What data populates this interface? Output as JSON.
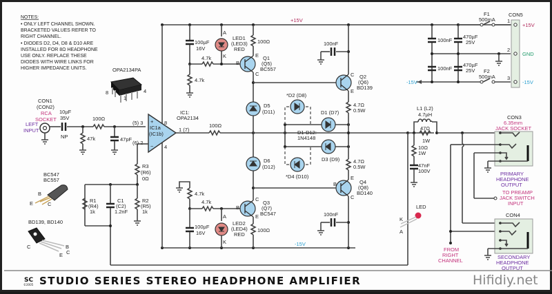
{
  "title": "STUDIO SERIES STEREO HEADPHONE AMPLIFIER",
  "logo": {
    "top": "SC",
    "bottom": "©2005"
  },
  "watermark": "Hifidiy.net",
  "notes": {
    "heading": "NOTES:",
    "lines": [
      "• ONLY LEFT CHANNEL SHOWN.",
      "BRACKETED VALUES REFER TO",
      "RIGHT CHANNEL.",
      "• DIODES D2, D4, D8 & D10 ARE",
      "INSTALLED FOR 8Ω HEADPHONE",
      "USE ONLY. REPLACE THESE",
      "DIODES WITH WIRE LINKS FOR",
      "HIGHER IMPEDANCE UNITS."
    ]
  },
  "rails": {
    "pos": "+15V",
    "neg": "-15V",
    "gnd": "GND"
  },
  "ic_package": {
    "label": "OPA2134PA",
    "pin8": "8",
    "pin1": "1",
    "pin4": "4"
  },
  "input": {
    "con": "CON1",
    "con_r": "(CON2)",
    "type1": "RCA",
    "type2": "SOCKET",
    "input1": "LEFT",
    "input2": "INPUT",
    "cap": [
      "10µF",
      "35V",
      "NP"
    ],
    "r_series": "100Ω",
    "r_shunt": "47k",
    "c_shunt": "47pF"
  },
  "opamp": {
    "label1": "IC1:",
    "label2": "OPA2134",
    "inner1": "IC1a",
    "inner2": "(IC1b)",
    "pin_in_pos": "(5) 3",
    "pin_in_neg": "(6) 2",
    "pin_out": "1 (7)",
    "pin_v_pos": "8",
    "pin_v_neg": "4",
    "out_r": "100Ω"
  },
  "feedback": {
    "r3": [
      "R3",
      "(R6)",
      "0Ω"
    ],
    "r1": [
      "R1",
      "(R4)",
      "1k"
    ],
    "c1": [
      "C1",
      "(C2)",
      "1.2nF"
    ],
    "r2": [
      "R2",
      "(R5)",
      "1k"
    ]
  },
  "upper_bias": {
    "cap": [
      "100µF",
      "16V"
    ],
    "r_top": "4.7k",
    "r_bot": "4.7k",
    "led": [
      "LED1",
      "(LED3)",
      "RED"
    ],
    "led_a": "A",
    "led_k": "K",
    "r_e": "100Ω",
    "q": [
      "Q1",
      "(Q5)",
      "BC557"
    ],
    "b": "B",
    "e": "E",
    "c": "C"
  },
  "lower_bias": {
    "cap": [
      "100µF",
      "16V"
    ],
    "r_top": "4.7k",
    "r_mid": "4.7k",
    "led": [
      "LED2",
      "(LED4)",
      "RED"
    ],
    "led_a": "A",
    "led_k": "K",
    "r_e": "100Ω",
    "q": [
      "Q3",
      "(Q7)",
      "BC547"
    ],
    "b": "B",
    "e": "E",
    "c": "C"
  },
  "diodes": {
    "d5": [
      "D5",
      "(D11)"
    ],
    "d6": [
      "D6",
      "(D12)"
    ],
    "d1": "D1 (D7)",
    "d2": "*D2 (D8)",
    "d3": "D3 (D9)",
    "d4": "*D4 (D10)",
    "type1": "D1-D12:",
    "type2": "1N4148"
  },
  "output_stage": {
    "q2": [
      "Q2",
      "(Q6)",
      "BD139"
    ],
    "q4": [
      "Q4",
      "(Q8)",
      "BD140"
    ],
    "re1": [
      "4.7Ω",
      "0.5W"
    ],
    "re2": [
      "4.7Ω",
      "0.5W"
    ],
    "cap_top": "100nF",
    "cap_bot": "100nF",
    "c": "C",
    "e": "E",
    "b": "B"
  },
  "output_filter": {
    "l": [
      "L1 (L2)",
      "4.7µH"
    ],
    "r_par": [
      "47Ω",
      "1W"
    ],
    "zobel_r": [
      "10Ω",
      "1W"
    ],
    "zobel_c": [
      "47nF",
      "100V"
    ]
  },
  "power": {
    "f1": [
      "F1",
      "500mA"
    ],
    "f2": [
      "F2",
      "500mA"
    ],
    "c_a": "100nF",
    "c_b": "100nF",
    "e_a": [
      "470µF",
      "25V"
    ],
    "e_b": [
      "470µF",
      "25V"
    ],
    "con": "CON5",
    "pins": [
      "1",
      "2",
      "3"
    ],
    "pin_labels": [
      "+15V",
      "GND",
      "-15V"
    ]
  },
  "con3": {
    "name": "CON3",
    "sub1": "6.35mm",
    "sub2": "JACK SOCKET",
    "out": [
      "PRIMARY",
      "HEADPHONE",
      "OUTPUT"
    ]
  },
  "con4": {
    "name": "CON4",
    "out": [
      "SECONDARY",
      "HEADPHONE",
      "OUTPUT"
    ]
  },
  "preamp": [
    "TO PREAMP",
    "JACK SWITCH",
    "INPUT"
  ],
  "from_right": [
    "FROM",
    "RIGHT",
    "CHANNEL"
  ],
  "pinouts": {
    "small": {
      "label1": "BC547",
      "label2": "BC557",
      "b": "B",
      "e": "E",
      "c": "C"
    },
    "power": {
      "label": "BD139, BD140",
      "b": "B",
      "e": "E",
      "c": "C",
      "tab": "C"
    },
    "led": {
      "label": "LED",
      "k": "K",
      "a": "A"
    }
  }
}
